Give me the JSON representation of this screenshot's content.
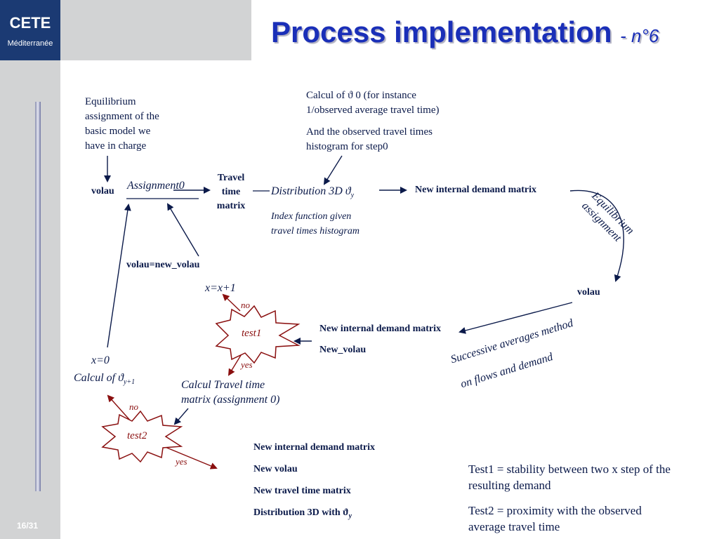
{
  "brand": {
    "logo_main": "CETE",
    "logo_sub": "Méditerranée"
  },
  "page": {
    "number": "16/31"
  },
  "title": {
    "main": "Process implementation",
    "sub": "- n°6"
  },
  "diagram": {
    "equilibrium_note": [
      "Equilibrium",
      "assignment of the",
      "basic model we",
      "have in charge"
    ],
    "calcul_note": [
      "Calcul of ϑ 0 (for instance",
      "1/observed average travel time)"
    ],
    "histogram_note": [
      "And the observed travel times",
      "histogram for step0"
    ],
    "volau1": "volau",
    "assignment0": "Assignment0",
    "travel_time_matrix": [
      "Travel",
      "time",
      "matrix"
    ],
    "distribution": "Distribution 3D ϑ",
    "distribution_sub": "y",
    "index_note": [
      "Index function given",
      "travel times histogram"
    ],
    "new_internal_demand_matrix_1": "New internal demand matrix",
    "equilibrium_assignment_rot": [
      "Equilibrium",
      "assignment"
    ],
    "volau2": "volau",
    "volau_new": "volau=new_volau",
    "x_inc": "x=x+1",
    "no1": "no",
    "test1": "test1",
    "yes1": "yes",
    "new_internal_demand_matrix_2": "New internal demand matrix",
    "new_volau": "New_volau",
    "successive": [
      "Successive averages method",
      "on flows and demand"
    ],
    "x0": "x=0",
    "calcul_of": "Calcul of ϑ",
    "calcul_of_sub": "y+1",
    "calcul_travel": [
      "Calcul Travel time",
      "matrix (assignment 0)"
    ],
    "no2": "no",
    "test2": "test2",
    "yes2": "yes",
    "final_list": [
      "New internal demand matrix",
      "New volau",
      "New travel time matrix",
      "Distribution 3D with ϑ"
    ],
    "final_sub": "y",
    "test1_def": [
      "Test1 = stability between two x step of the",
      "resulting demand"
    ],
    "test2_def": [
      "Test2 = proximity with the observed",
      "average travel time"
    ]
  }
}
